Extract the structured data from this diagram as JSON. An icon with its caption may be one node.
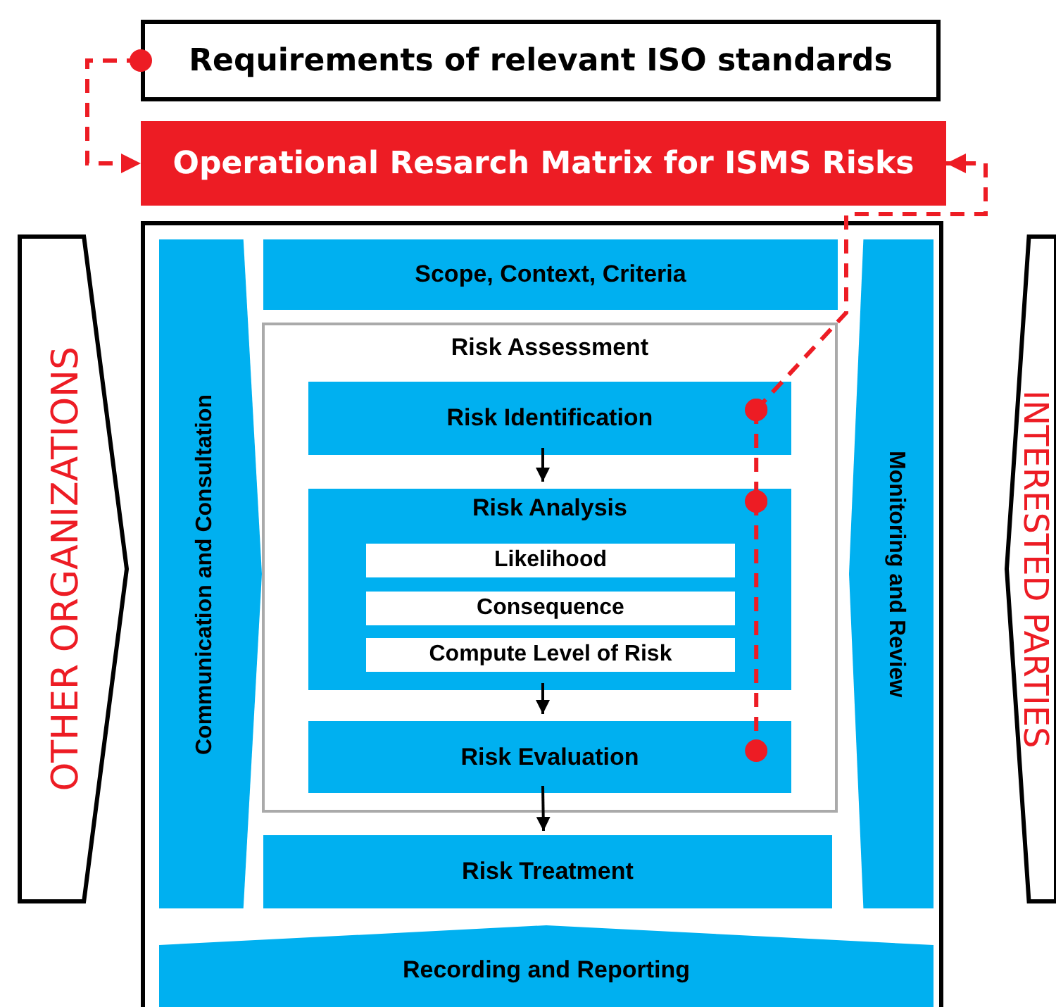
{
  "diagram": {
    "nodes": [
      {
        "text": [
          "Requirements of relevant ISO standards"
        ]
      },
      {
        "text": [
          "Operational Resarch Matrix for ISMS Risks"
        ]
      },
      {
        "text": [
          "OTHER ORGANIZATIONS"
        ]
      },
      {
        "text": [],
        "shape": "box"
      },
      {
        "text": [
          "Communication and Consultation"
        ],
        "in": 3
      },
      {
        "text": [
          "Scope, Context, Criteria"
        ],
        "in": 3
      },
      {
        "text": [
          "Monitoring and Review"
        ],
        "in": 3
      },
      {
        "text": [
          "Risk Assessment"
        ],
        "in": 3
      },
      {
        "text": [
          "Risk Identification"
        ],
        "in": 7
      },
      {
        "text": [
          "Risk Analysis"
        ],
        "in": 7
      },
      {
        "text": [
          "Likelihood"
        ],
        "in": 9
      },
      {
        "text": [
          "Consequence"
        ],
        "in": 9
      },
      {
        "text": [
          "Compute Level of Risk"
        ],
        "in": 9
      },
      {
        "text": [
          "Risk Evaluation"
        ],
        "in": 7
      },
      {
        "text": [
          "Risk Treatment"
        ],
        "in": 3
      },
      {
        "text": [
          "Recording and Reporting"
        ],
        "in": 3
      },
      {
        "text": [
          "INTERESTED PARTIES"
        ]
      }
    ],
    "edges": [
      {
        "from": 0,
        "to": 1,
        "arrow": "to",
        "style": "dashed"
      },
      {
        "from": 8,
        "to": 1,
        "arrow": "to",
        "style": "dashed"
      },
      {
        "from": 8,
        "to": 9,
        "arrow": "other",
        "style": "dashed"
      },
      {
        "from": 9,
        "to": 13,
        "arrow": "other",
        "style": "dashed"
      },
      {
        "from": 8,
        "to": 9,
        "arrow": "to",
        "color": "#000000"
      },
      {
        "from": 9,
        "to": 13,
        "arrow": "to",
        "color": "#000000"
      },
      {
        "from": 13,
        "to": 14,
        "arrow": "to",
        "color": "#000000"
      }
    ]
  }
}
